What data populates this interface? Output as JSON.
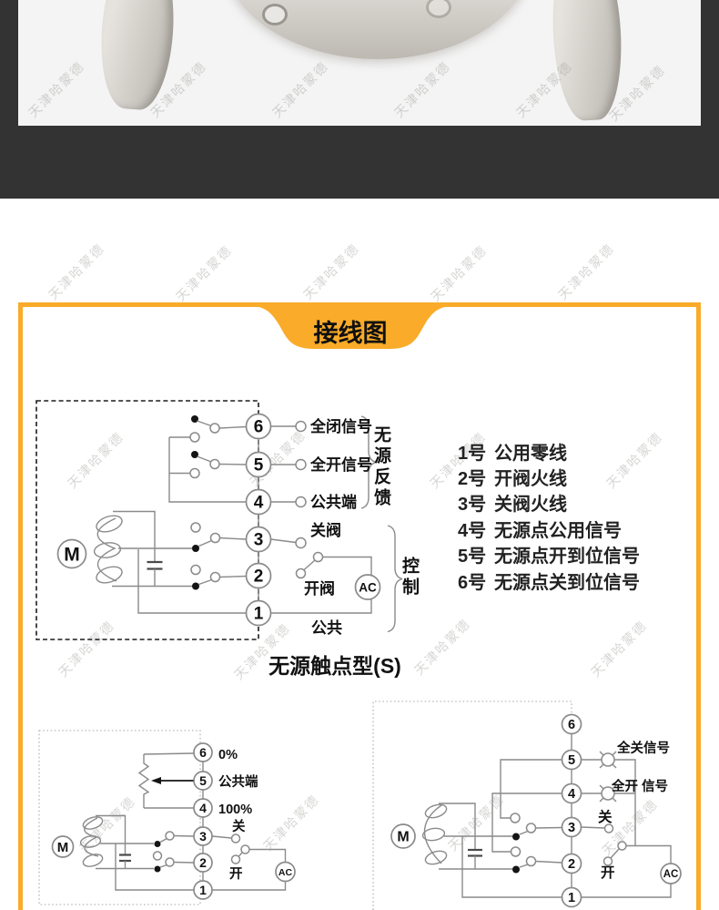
{
  "watermark": {
    "text": "天津哈蒙德"
  },
  "header": {
    "title": "接线图"
  },
  "colors": {
    "accent": "#F9AB29",
    "hero_bg": "#333333",
    "photo_bg": "#F4F4F4",
    "line": "#8A8A8A"
  },
  "terminals": [
    "6",
    "5",
    "4",
    "3",
    "2",
    "1"
  ],
  "main_diagram": {
    "motor": "M",
    "power": "AC",
    "label_closed_signal": "全闭信号",
    "label_open_signal": "全开信号",
    "label_common_end": "公共端",
    "label_close_valve": "关阀",
    "label_open_valve": "开阀",
    "label_common": "公共",
    "group_feedback": "无源反馈",
    "group_control": "控制",
    "caption": "无源触点型(S)"
  },
  "terminal_list": [
    {
      "no": "1号",
      "desc": "公用零线"
    },
    {
      "no": "2号",
      "desc": "开阀火线"
    },
    {
      "no": "3号",
      "desc": "关阀火线"
    },
    {
      "no": "4号",
      "desc": "无源点公用信号"
    },
    {
      "no": "5号",
      "desc": "无源点开到位信号"
    },
    {
      "no": "6号",
      "desc": "无源点关到位信号"
    }
  ],
  "pot_diagram": {
    "motor": "M",
    "power": "AC",
    "label_zero": "0%",
    "label_common": "公共端",
    "label_hundred": "100%",
    "label_close": "关",
    "label_open": "开"
  },
  "lamp_diagram": {
    "motor": "M",
    "power": "AC",
    "label_full_close": "全关信号",
    "label_full_open": "全开 信号",
    "label_close": "关",
    "label_open": "开"
  }
}
